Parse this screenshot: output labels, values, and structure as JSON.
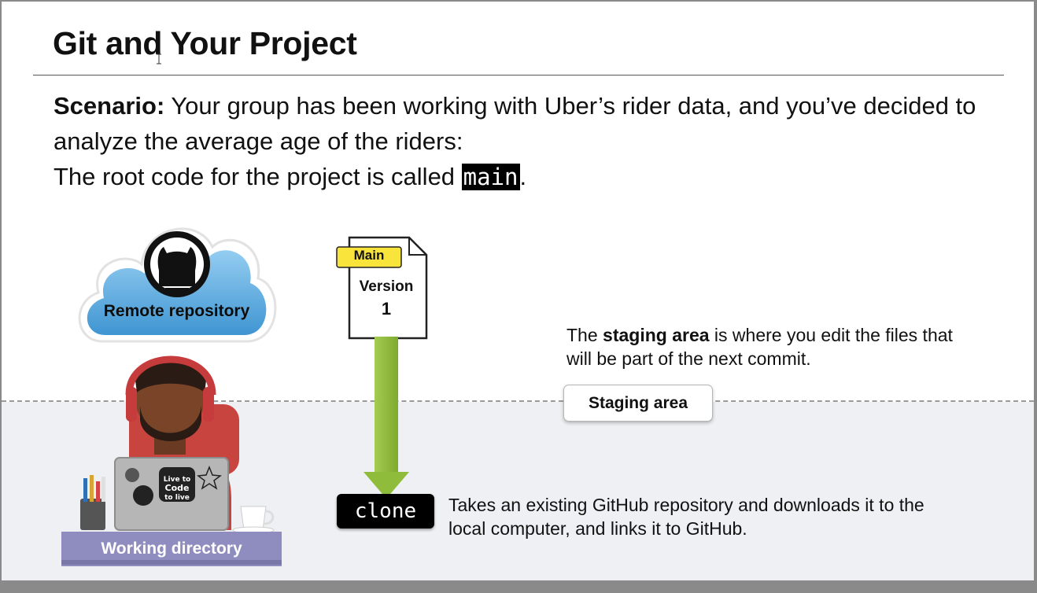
{
  "slide": {
    "title": "Git and Your Project",
    "scenario_label": "Scenario:",
    "scenario_text": " Your group has been working with Uber’s rider data, and you’ve decided to analyze the average age of the riders:",
    "root_text": "The root code for the project is called ",
    "root_code": "main",
    "root_end": "."
  },
  "remote": {
    "label": "Remote repository",
    "icon": "github-icon"
  },
  "file": {
    "tag": "Main",
    "version_label": "Version",
    "version_number": "1"
  },
  "staging": {
    "desc_prefix": "The ",
    "desc_bold": "staging area",
    "desc_suffix": " is where you edit the files that will be part of the next commit.",
    "box_label": "Staging area"
  },
  "clone": {
    "label": "clone",
    "desc": "Takes an existing GitHub repository and downloads it to the local computer, and links it to GitHub."
  },
  "working_directory": {
    "label": "Working directory",
    "sticker_text": "Live to Code to Live"
  },
  "colors": {
    "cloud": "#5aa8dc",
    "tag_yellow": "#f8e43a",
    "arrow_green": "#8fbc3b",
    "desk": "#8f8dc0",
    "headphones": "#d64545"
  }
}
